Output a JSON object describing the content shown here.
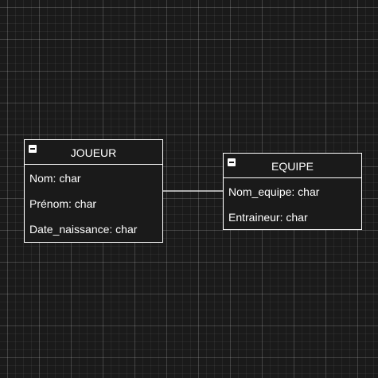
{
  "entities": {
    "joueur": {
      "title": "JOUEUR",
      "attributes": [
        "Nom: char",
        "Prénom: char",
        "Date_naissance: char"
      ]
    },
    "equipe": {
      "title": "EQUIPE",
      "attributes": [
        "Nom_equipe: char",
        "Entraineur: char"
      ]
    }
  },
  "colors": {
    "background": "#1a1a1a",
    "stroke": "#ffffff",
    "text": "#ffffff"
  }
}
